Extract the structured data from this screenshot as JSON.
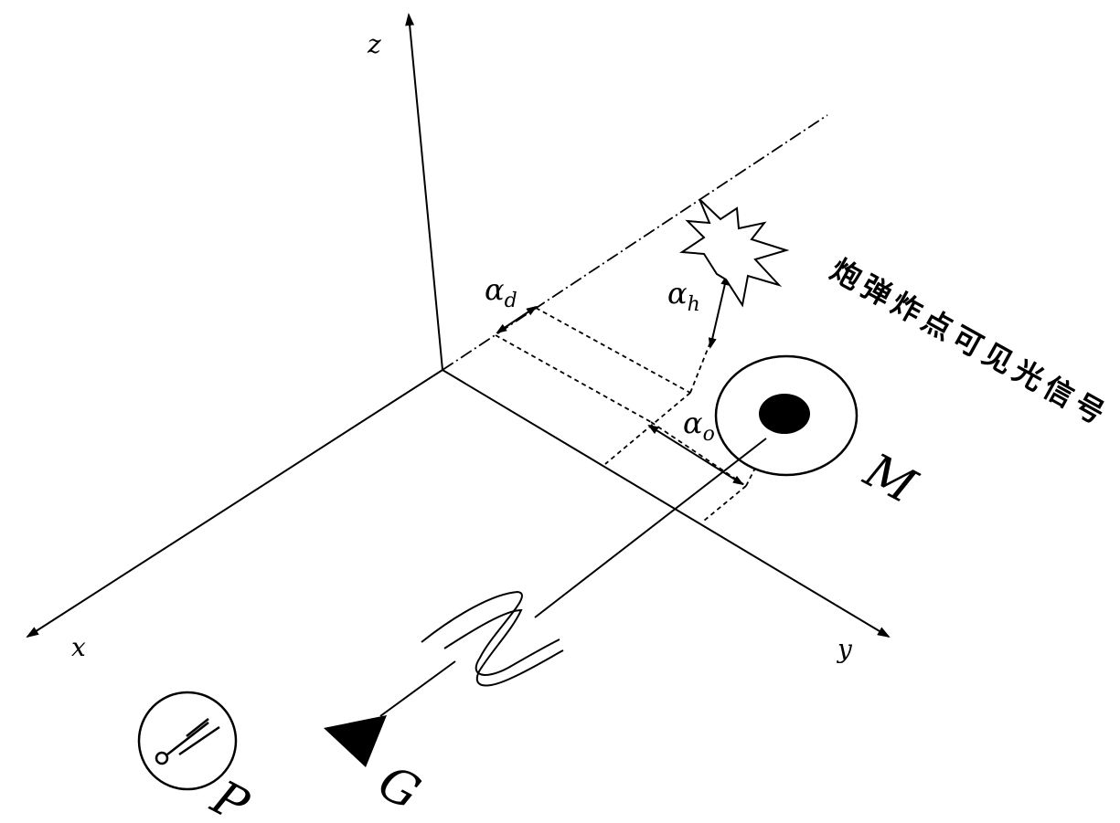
{
  "axes": {
    "x_label": "x",
    "y_label": "y",
    "z_label": "z"
  },
  "angles": {
    "alpha_d": {
      "symbol": "α",
      "sub": "d"
    },
    "alpha_h": {
      "symbol": "α",
      "sub": "h"
    },
    "alpha_o": {
      "symbol": "α",
      "sub": "o"
    }
  },
  "labels": {
    "M": "M",
    "G": "G",
    "P": "P"
  },
  "signal_text": "炮弹炸点可见光信号"
}
